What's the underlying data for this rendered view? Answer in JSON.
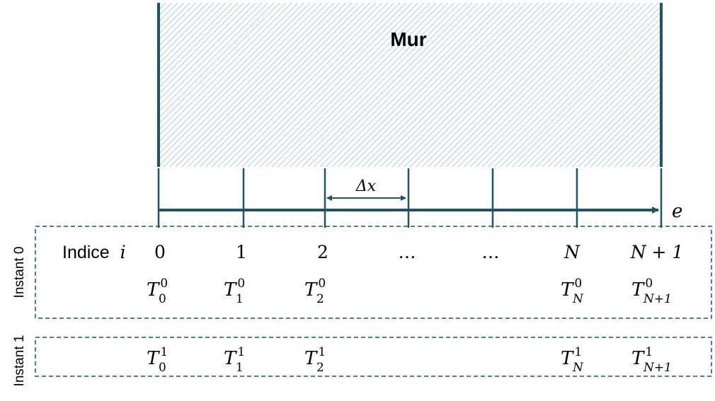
{
  "wall": {
    "title": "Mur"
  },
  "colors": {
    "line": "#1f5566",
    "hatch": "#9ec0c8",
    "text": "#000000"
  },
  "axis": {
    "label": "e",
    "spacing_label": "Δx"
  },
  "index_row": {
    "label_text": "Indice",
    "label_symbol": "i",
    "indices": [
      {
        "main": "0"
      },
      {
        "main": "1"
      },
      {
        "main": "2"
      },
      {
        "main": "…"
      },
      {
        "main": "…"
      },
      {
        "main": "N",
        "italic": true
      },
      {
        "main": "N + 1",
        "italic": true
      }
    ]
  },
  "instants": [
    {
      "label": "Instant 0",
      "temps": [
        {
          "sub": "0",
          "sup": "0"
        },
        {
          "sub": "1",
          "sup": "0"
        },
        {
          "sub": "2",
          "sup": "0"
        },
        null,
        null,
        {
          "sub": "N",
          "sup": "0"
        },
        {
          "sub": "N+1",
          "sup": "0"
        }
      ]
    },
    {
      "label": "Instant 1",
      "temps": [
        {
          "sub": "0",
          "sup": "1"
        },
        {
          "sub": "1",
          "sup": "1"
        },
        {
          "sub": "2",
          "sup": "1"
        },
        null,
        null,
        {
          "sub": "N",
          "sup": "1"
        },
        {
          "sub": "N+1",
          "sup": "1"
        }
      ]
    }
  ]
}
